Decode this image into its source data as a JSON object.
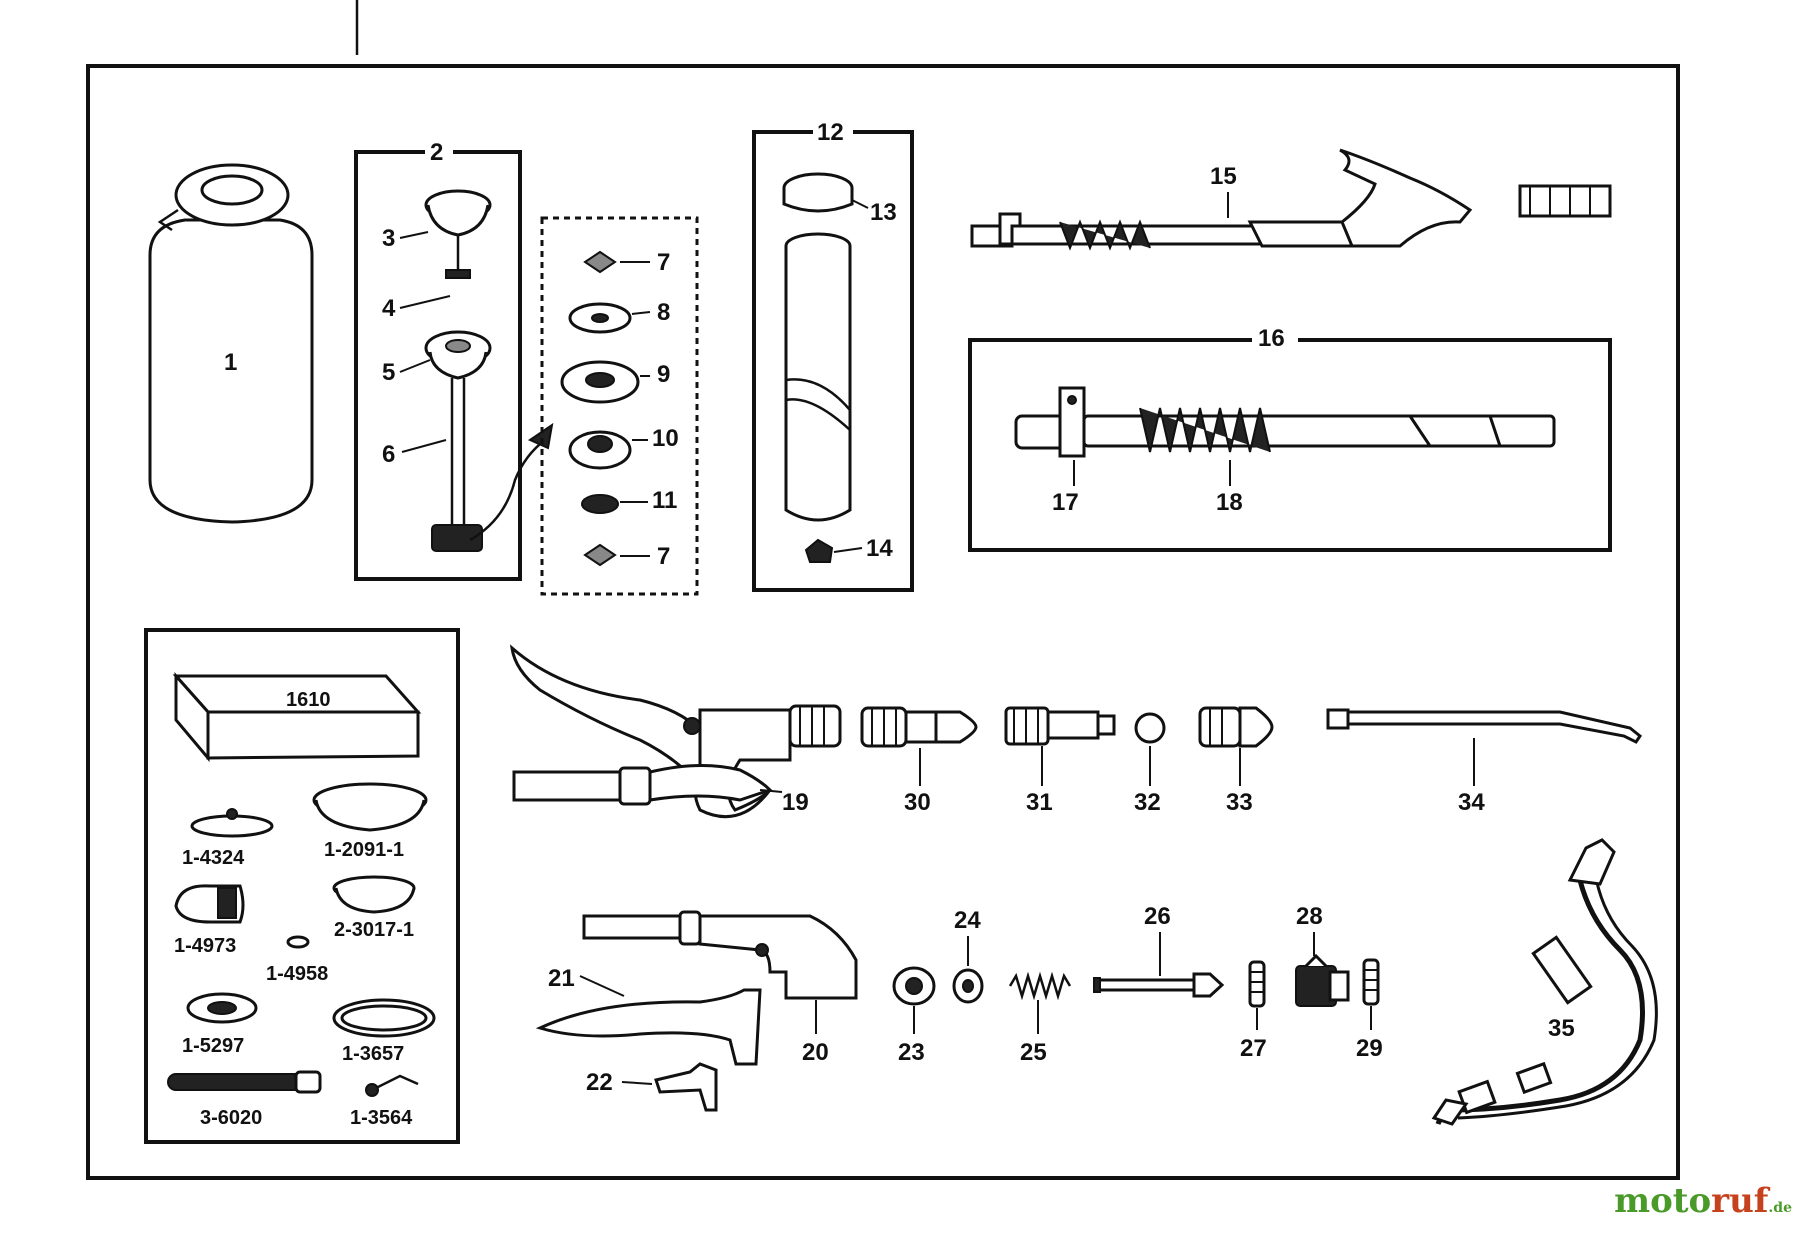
{
  "labels": {
    "p1": "1",
    "p2": "2",
    "p3": "3",
    "p4": "4",
    "p5": "5",
    "p6": "6",
    "p7a": "7",
    "p7b": "7",
    "p8": "8",
    "p9": "9",
    "p10": "10",
    "p11": "11",
    "p12": "12",
    "p13": "13",
    "p14": "14",
    "p15": "15",
    "p16": "16",
    "p17": "17",
    "p18": "18",
    "p19": "19",
    "p20": "20",
    "p21": "21",
    "p22": "22",
    "p23": "23",
    "p24": "24",
    "p25": "25",
    "p26": "26",
    "p27": "27",
    "p28": "28",
    "p29": "29",
    "p30": "30",
    "p31": "31",
    "p32": "32",
    "p33": "33",
    "p34": "34",
    "p35": "35"
  },
  "kit": {
    "box": "1610",
    "k1": "1-4324",
    "k2": "1-2091-1",
    "k3": "1-4973",
    "k4": "2-3017-1",
    "k5": "1-4958",
    "k6": "1-5297",
    "k7": "1-3657",
    "k8": "3-6020",
    "k9": "1-3564"
  },
  "watermark": {
    "part1": "moto",
    "part2": "ruf",
    "part3": ".de"
  }
}
